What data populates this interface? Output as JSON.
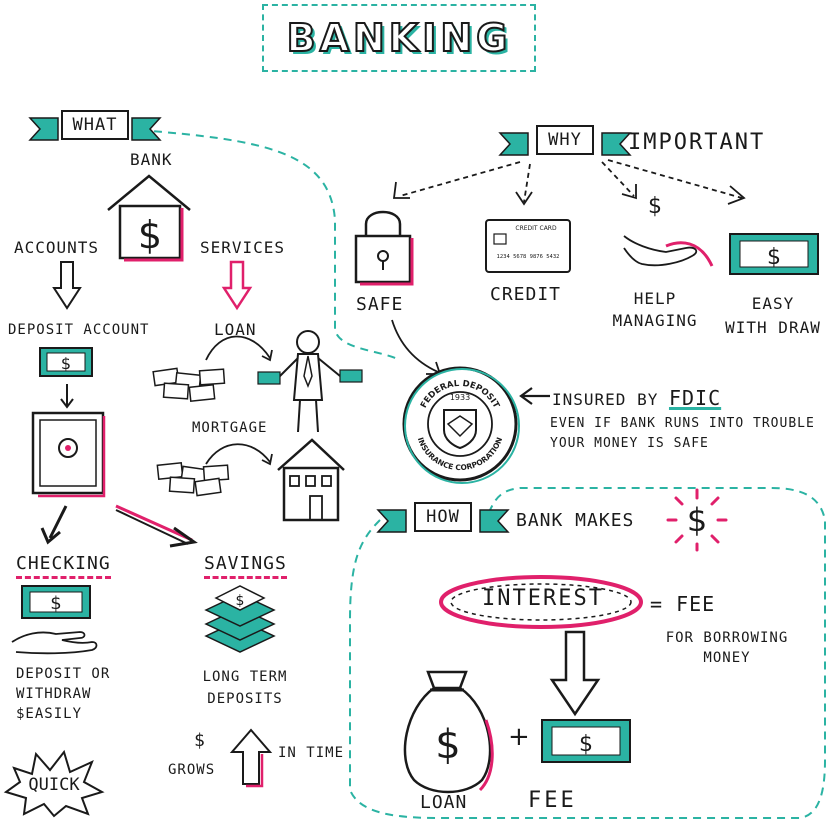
{
  "title": "BANKING",
  "sections": {
    "what": "WHAT",
    "why": "WHY",
    "how": "HOW"
  },
  "why_suffix": "IMPORTANT",
  "what": {
    "bank": "BANK",
    "accounts": "ACCOUNTS",
    "services": "SERVICES",
    "deposit_account": "DEPOSIT ACCOUNT",
    "loan": "LOAN",
    "mortgage": "MORTGAGE",
    "checking": "CHECKING",
    "savings": "SAVINGS",
    "checking_desc": [
      "DEPOSIT OR",
      "WITHDRAW",
      "$EASILY"
    ],
    "savings_desc": [
      "LONG TERM",
      "DEPOSITS"
    ],
    "quick": "QUICK",
    "grows": "GROWS",
    "in_time": "IN TIME"
  },
  "why": {
    "safe": "SAFE",
    "credit": "CREDIT",
    "card_title": "CREDIT CARD",
    "card_number": "1234 5678 9876 5432",
    "help_managing": [
      "HELP",
      "MANAGING"
    ],
    "easy_withdraw": [
      "EASY",
      "WITH DRAW"
    ],
    "insured_by": "INSURED BY",
    "fdic": "FDIC",
    "fdic_desc": [
      "EVEN IF BANK RUNS INTO TROUBLE",
      "YOUR MONEY IS SAFE"
    ],
    "seal_top": "FEDERAL DEPOSIT",
    "seal_bottom": "INSURANCE CORPORATION",
    "seal_year": "1933"
  },
  "how": {
    "bank_makes": "BANK MAKES",
    "interest": "INTEREST",
    "equals_fee": "= FEE",
    "fee_desc": [
      "FOR BORROWING",
      "MONEY"
    ],
    "loan": "LOAN",
    "fee": "FEE"
  },
  "colors": {
    "teal": "#2bb3a3",
    "pink": "#e0206b",
    "ink": "#1a1a1a"
  }
}
